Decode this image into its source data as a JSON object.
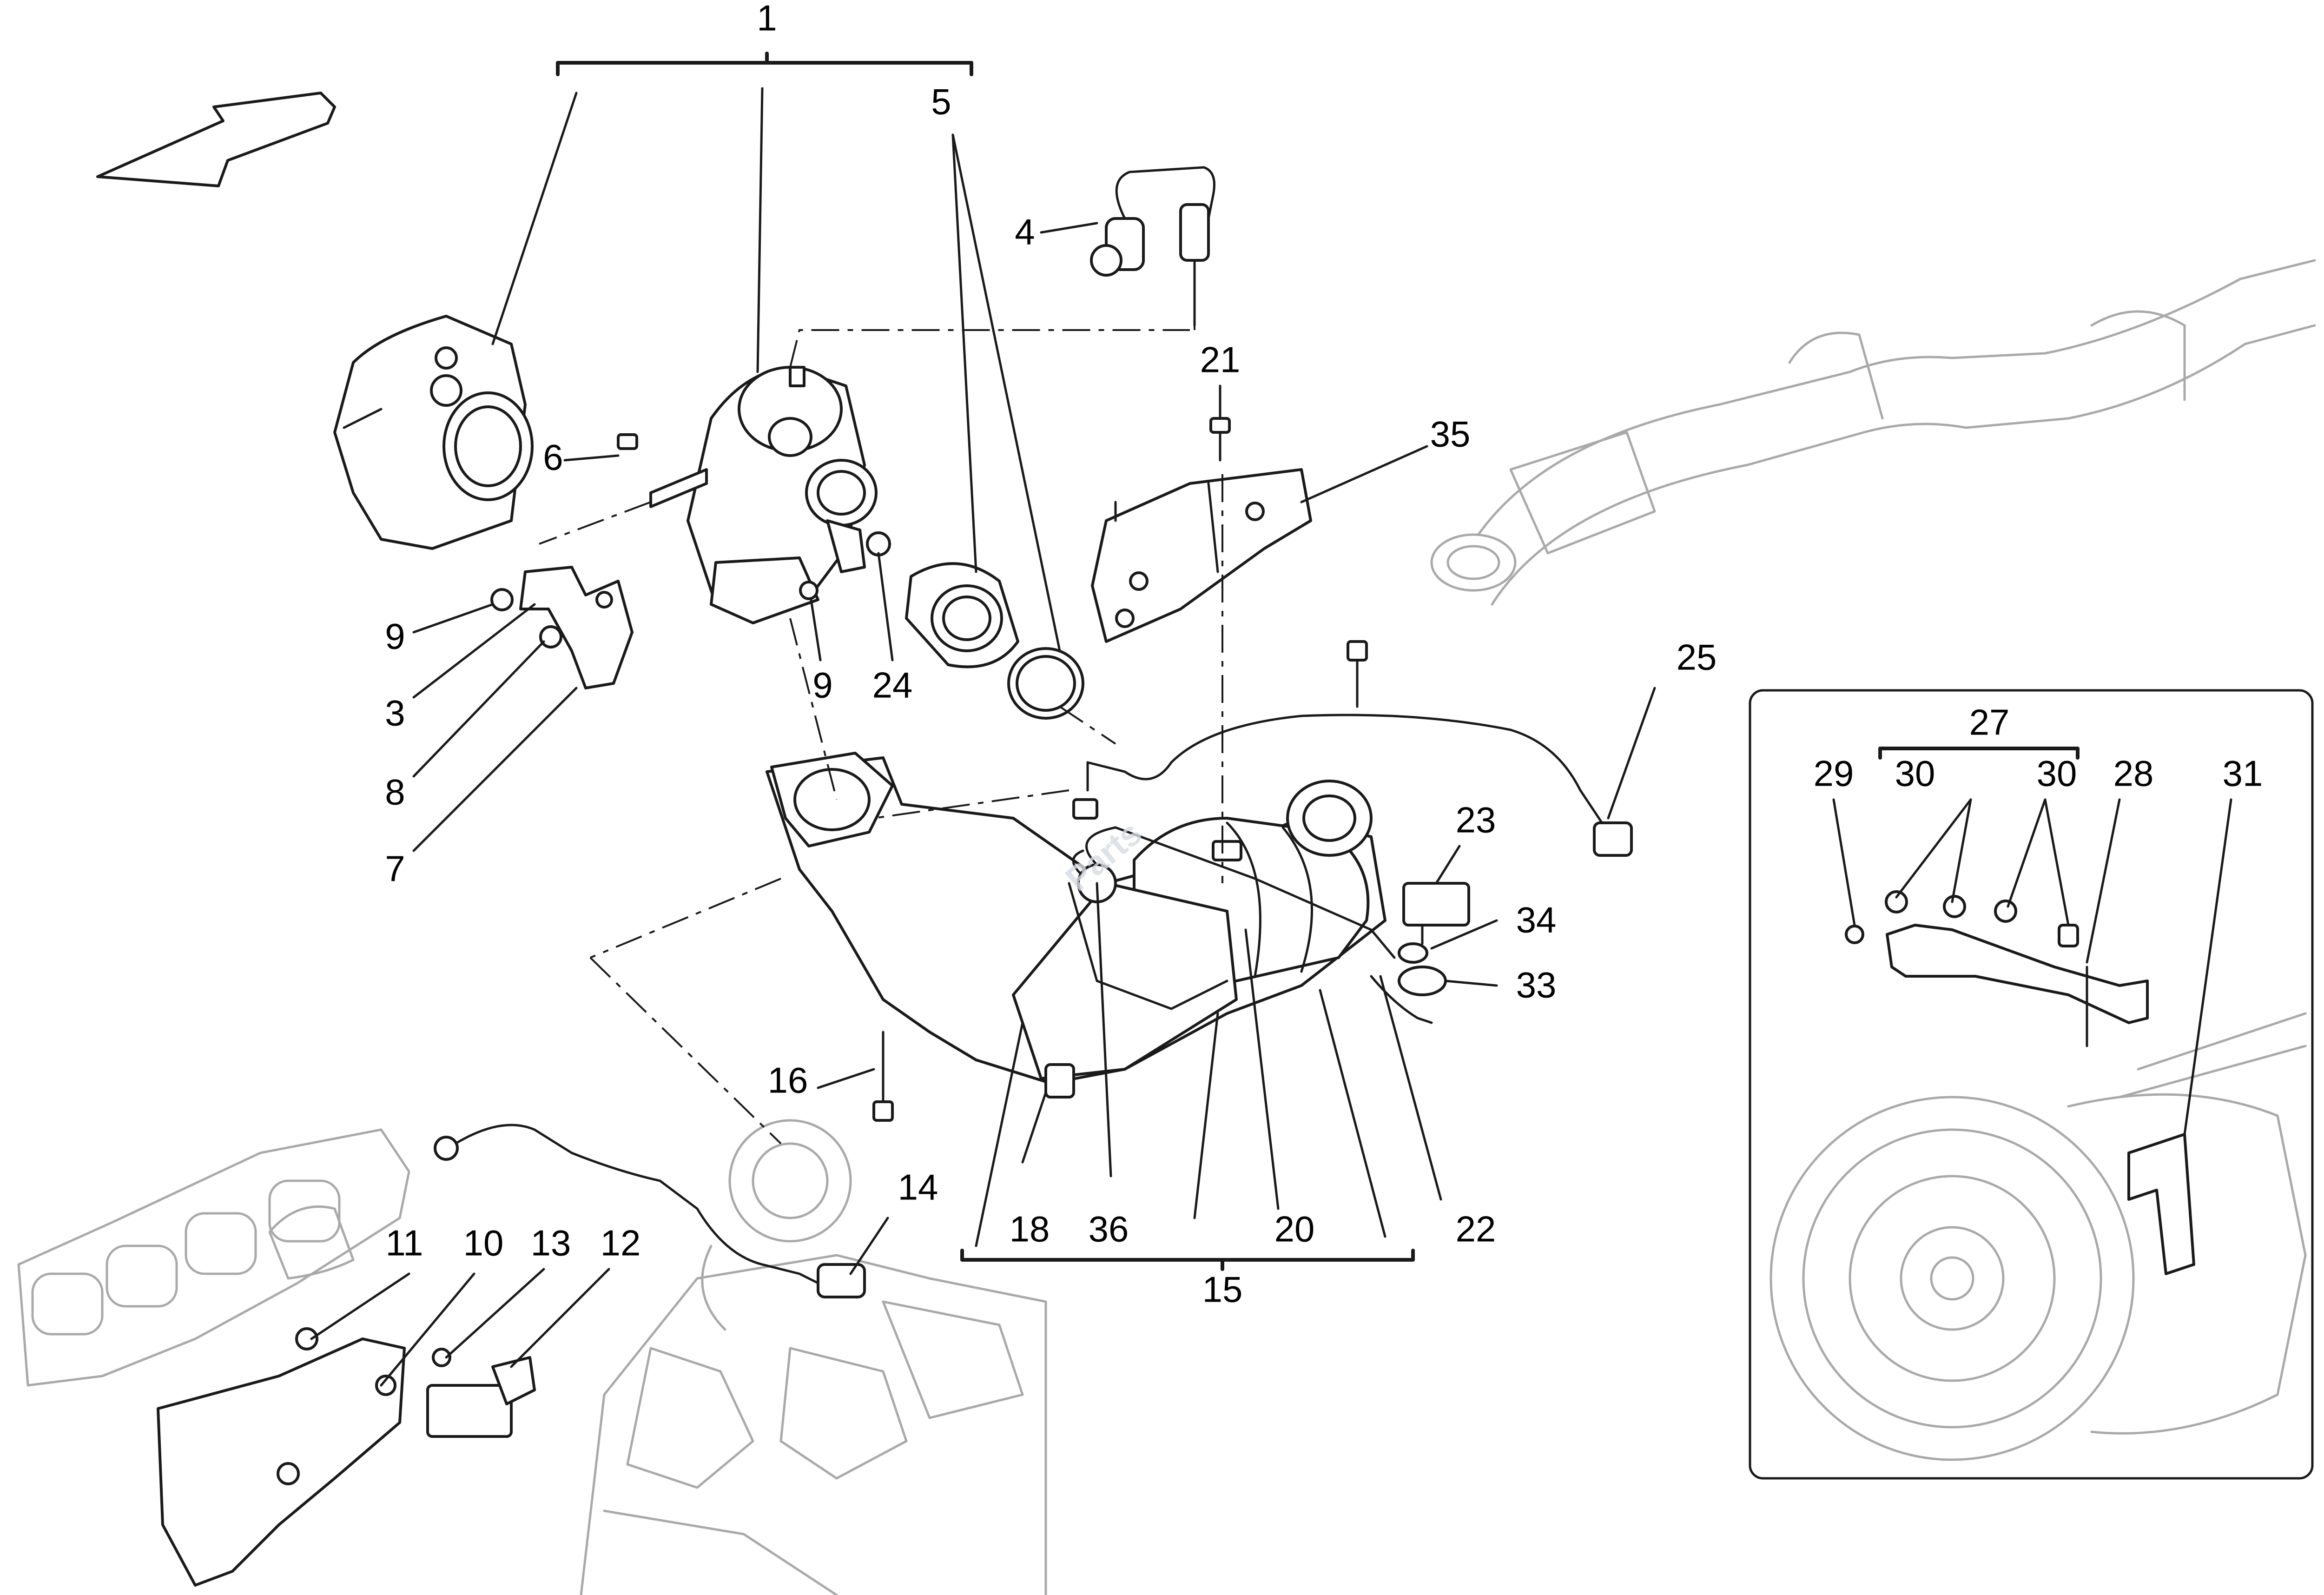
{
  "labels": {
    "l1": "1",
    "l3": "3",
    "l4": "4",
    "l5": "5",
    "l6": "6",
    "l7": "7",
    "l8": "8",
    "l9a": "9",
    "l9b": "9",
    "l10": "10",
    "l11": "11",
    "l12": "12",
    "l13": "13",
    "l14": "14",
    "l15": "15",
    "l16": "16",
    "l18": "18",
    "l20": "20",
    "l21": "21",
    "l22": "22",
    "l23": "23",
    "l24": "24",
    "l25": "25",
    "l27": "27",
    "l28": "28",
    "l29": "29",
    "l30a": "30",
    "l30b": "30",
    "l31": "31",
    "l33": "33",
    "l34": "34",
    "l35": "35",
    "l36": "36"
  },
  "watermark": "Parts"
}
